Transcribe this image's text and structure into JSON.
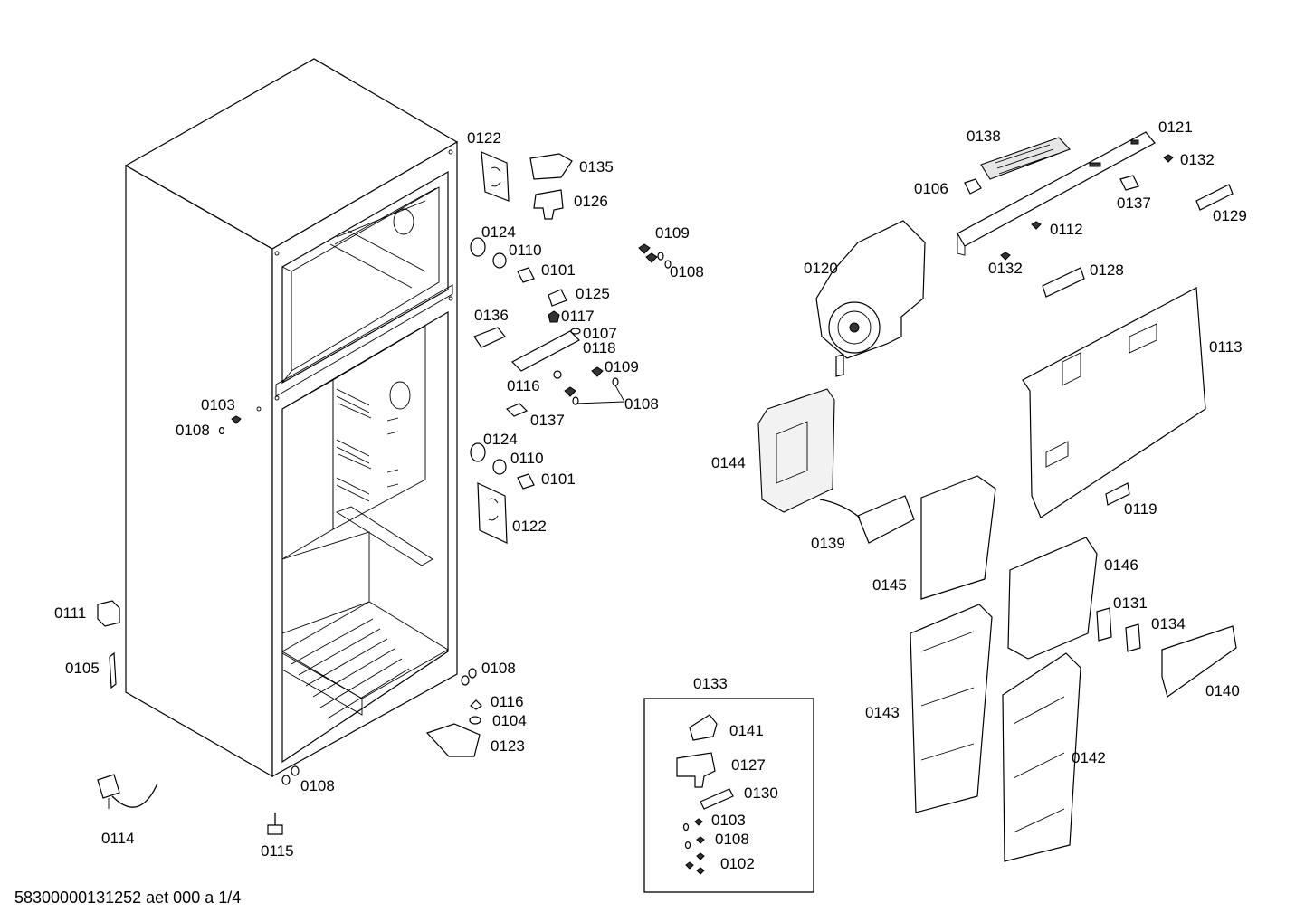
{
  "labels": {
    "p0122a": "0122",
    "p0135": "0135",
    "p0126": "0126",
    "p0124a": "0124",
    "p0110a": "0110",
    "p0101a": "0101",
    "p0125": "0125",
    "p0109a": "0109",
    "p0108a": "0108",
    "p0136": "0136",
    "p0117": "0117",
    "p0107": "0107",
    "p0118": "0118",
    "p0109b": "0109",
    "p0116a": "0116",
    "p0108b": "0108",
    "p0137a": "0137",
    "p0103a": "0103",
    "p0108c": "0108",
    "p0124b": "0124",
    "p0110b": "0110",
    "p0101b": "0101",
    "p0122b": "0122",
    "p0111": "0111",
    "p0105": "0105",
    "p0108d": "0108",
    "p0116b": "0116",
    "p0104": "0104",
    "p0123": "0123",
    "p0108e": "0108",
    "p0114": "0114",
    "p0115": "0115",
    "p0138": "0138",
    "p0121": "0121",
    "p0132a": "0132",
    "p0106": "0106",
    "p0137b": "0137",
    "p0129": "0129",
    "p0112": "0112",
    "p0132b": "0132",
    "p0120": "0120",
    "p0128": "0128",
    "p0113": "0113",
    "p0144": "0144",
    "p0119": "0119",
    "p0139": "0139",
    "p0145": "0145",
    "p0146": "0146",
    "p0131": "0131",
    "p0134": "0134",
    "p0140": "0140",
    "p0143": "0143",
    "p0142": "0142",
    "p0133": "0133",
    "p0141": "0141",
    "p0127": "0127",
    "p0130": "0130",
    "p0103b": "0103",
    "p0108f": "0108",
    "p0102": "0102"
  },
  "footer": "58300000131252 aet 000 a 1/4"
}
